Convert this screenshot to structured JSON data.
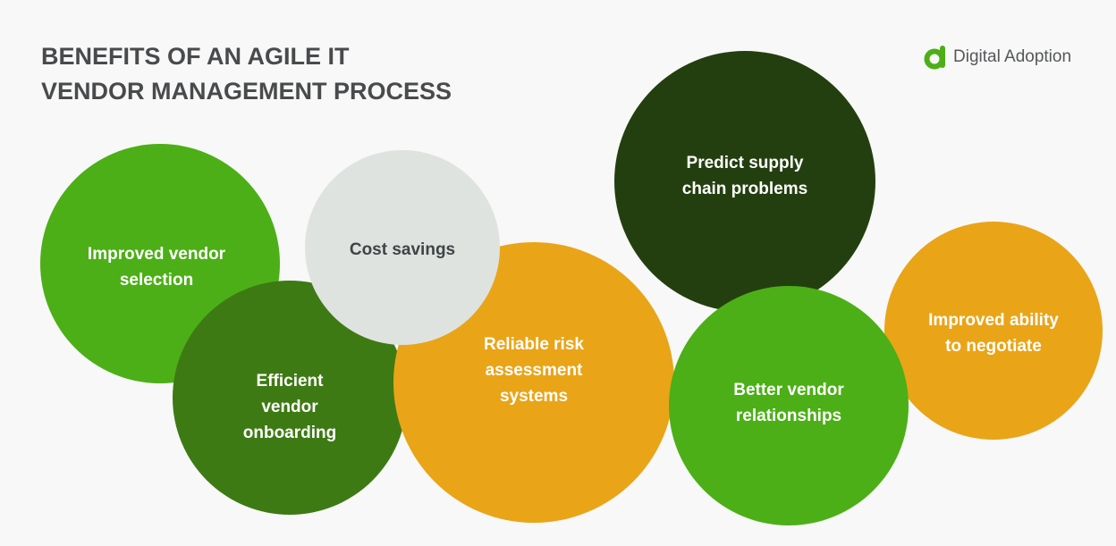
{
  "header": {
    "title_line1": "BENEFITS OF AN AGILE IT",
    "title_line2": "VENDOR MANAGEMENT PROCESS"
  },
  "logo": {
    "text": "Digital Adoption",
    "icon": "digital-adoption-logo-icon",
    "color": "#4caf17"
  },
  "colors": {
    "light_green": "#4caf17",
    "mid_green": "#3e7a14",
    "dark_green": "#243f0f",
    "grey": "#dfe3df",
    "orange": "#eaa418"
  },
  "benefits": [
    {
      "label": "Improved vendor\nselection",
      "color": "light_green"
    },
    {
      "label": "Cost savings",
      "color": "grey"
    },
    {
      "label": "Efficient\nvendor\nonboarding",
      "color": "mid_green"
    },
    {
      "label": "Reliable risk\nassessment\nsystems",
      "color": "orange"
    },
    {
      "label": "Predict supply\nchain problems",
      "color": "dark_green"
    },
    {
      "label": "Better vendor\nrelationships",
      "color": "light_green"
    },
    {
      "label": "Improved ability\nto negotiate",
      "color": "orange"
    }
  ]
}
